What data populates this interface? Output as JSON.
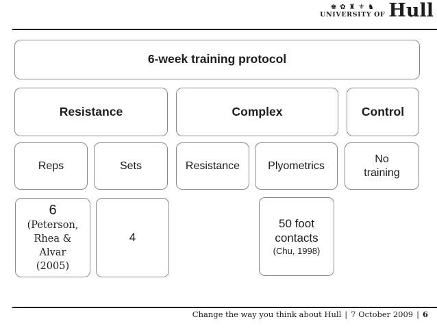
{
  "logo": {
    "crest_symbols": "♚ ✿ ♜ ⚜ ♞",
    "university_of": "UNIVERSITY OF",
    "name": "Hull"
  },
  "diagram": {
    "title": "6-week training protocol",
    "level2": {
      "resistance": "Resistance",
      "complex": "Complex",
      "control": "Control"
    },
    "level3": {
      "reps": "Reps",
      "sets": "Sets",
      "resistance": "Resistance",
      "plyometrics": "Plyometrics",
      "no_training": "No training"
    },
    "level4": {
      "reps_value": "6",
      "reps_citation": "(Peterson, Rhea & Alvar (2005)",
      "sets_value": "4",
      "plyometrics_value": "50 foot contacts",
      "plyometrics_citation": "(Chu, 1998)"
    }
  },
  "footer": {
    "tagline": "Change the way you think about Hull",
    "separator": "|",
    "date": "7 October 2009",
    "page_number": "6"
  }
}
